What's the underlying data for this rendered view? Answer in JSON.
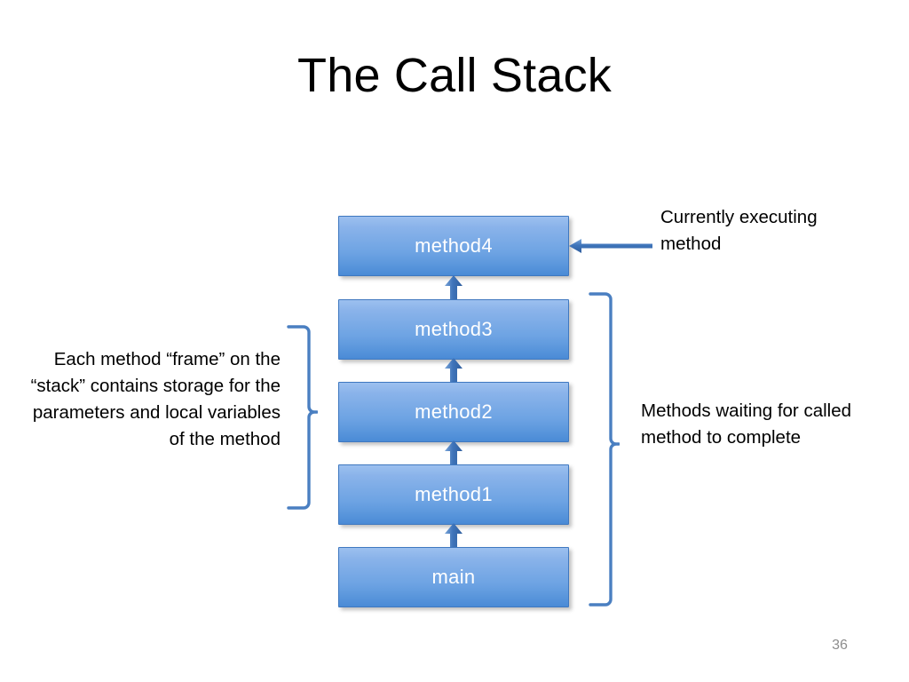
{
  "slide": {
    "title": "The Call Stack",
    "page_number": "36",
    "background_color": "#ffffff"
  },
  "colors": {
    "box_gradient_top": "#9cc0ef",
    "box_gradient_bottom": "#4a8bd6",
    "box_border": "#3f78c0",
    "box_label_text": "#ffffff",
    "arrow": "#3f74ba",
    "brace": "#4a7fc1",
    "body_text": "#000000",
    "page_number_text": "#8d8d8d"
  },
  "diagram": {
    "stack_frames": [
      {
        "label": "method4",
        "name": "stack-frame-method4"
      },
      {
        "label": "method3",
        "name": "stack-frame-method3"
      },
      {
        "label": "method2",
        "name": "stack-frame-method2"
      },
      {
        "label": "method1",
        "name": "stack-frame-method1"
      },
      {
        "label": "main",
        "name": "stack-frame-main"
      }
    ],
    "connectors": [
      {
        "name": "arrow-method3-to-method4",
        "icon": "arrow-up-icon",
        "from": "method3",
        "to": "method4"
      },
      {
        "name": "arrow-method2-to-method3",
        "icon": "arrow-up-icon",
        "from": "method2",
        "to": "method3"
      },
      {
        "name": "arrow-method1-to-method2",
        "icon": "arrow-up-icon",
        "from": "method1",
        "to": "method2"
      },
      {
        "name": "arrow-main-to-method1",
        "icon": "arrow-up-icon",
        "from": "main",
        "to": "method1"
      },
      {
        "name": "arrow-callout-to-method4",
        "icon": "arrow-left-icon",
        "from": "currently-executing-callout",
        "to": "method4"
      }
    ],
    "braces": [
      {
        "name": "brace-left",
        "icon": "curly-brace-right-icon",
        "spans": [
          "method3",
          "method2",
          "method1"
        ],
        "label_ref": "frame_storage"
      },
      {
        "name": "brace-right",
        "icon": "curly-brace-left-icon",
        "spans": [
          "method3",
          "method2",
          "method1",
          "main"
        ],
        "label_ref": "waiting"
      }
    ]
  },
  "callouts": {
    "frame_storage": "Each method “frame”  on the “stack” contains storage for the parameters and local variables of the method",
    "currently_executing": "Currently executing method",
    "waiting": "Methods waiting for called method to complete"
  }
}
